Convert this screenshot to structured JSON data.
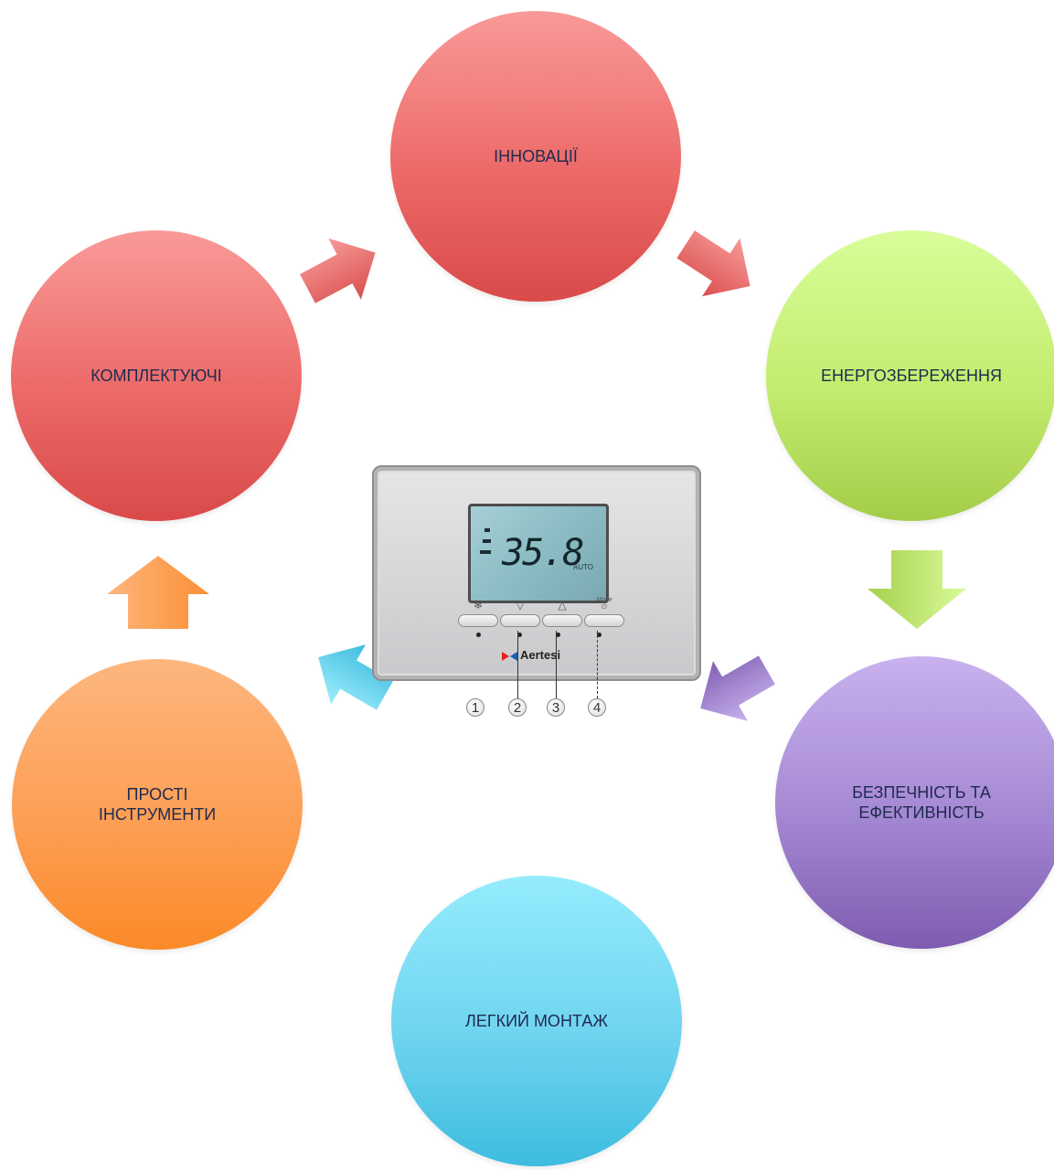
{
  "nodes": {
    "innovations": "ІННОВАЦІЇ",
    "energy_saving": "ЕНЕРГОЗБЕРЕЖЕННЯ",
    "safety_efficiency": "БЕЗПЕЧНІСТЬ ТА ЕФЕКТИВНІСТЬ",
    "easy_installation": "ЛЕГКИЙ МОНТАЖ",
    "simple_tools": "ПРОСТІ ІНСТРУМЕНТИ",
    "components": "КОМПЛЕКТУЮЧІ"
  },
  "thermostat": {
    "display_value": "35.8",
    "display_unit": "AUTO",
    "mode_label": "Mode",
    "brand": "Aertesi",
    "button_numbers": [
      "1",
      "2",
      "3",
      "4"
    ],
    "button_icons": [
      "fan-icon",
      "down-triangle-icon",
      "up-triangle-icon",
      "mode-power-icon"
    ]
  },
  "colors": {
    "red": "#ec6a68",
    "green": "#c3ec6e",
    "purple": "#a487d2",
    "blue": "#6fd4ef",
    "orange": "#fd9f55",
    "text": "#1f2a4f"
  }
}
